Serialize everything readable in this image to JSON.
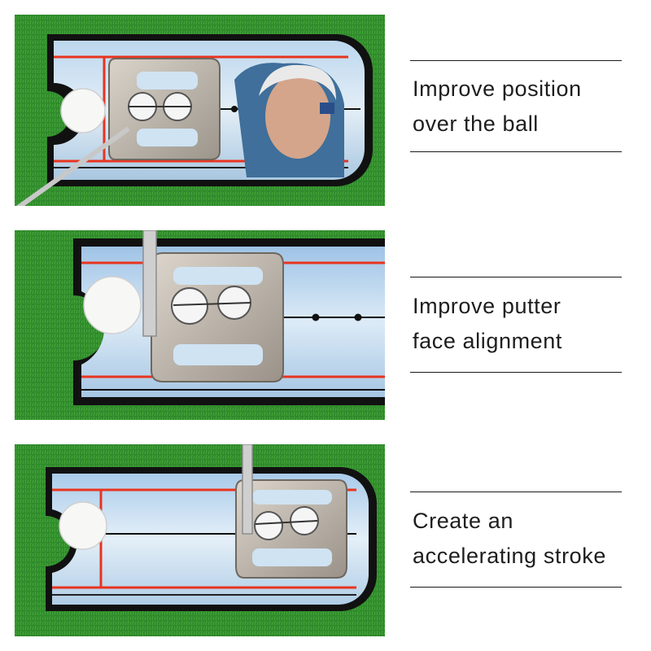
{
  "captions": [
    {
      "line1": "Improve position",
      "line2": "over the ball"
    },
    {
      "line1": "Improve putter",
      "line2": "face alignment"
    },
    {
      "line1": "Create an",
      "line2": "accelerating stroke"
    }
  ],
  "colors": {
    "grass": "#2f8a2b",
    "mirror": "#cfe3f3",
    "frame": "#111111",
    "guide_red": "#e8341f",
    "putter_metal": "#b8b1a6"
  }
}
